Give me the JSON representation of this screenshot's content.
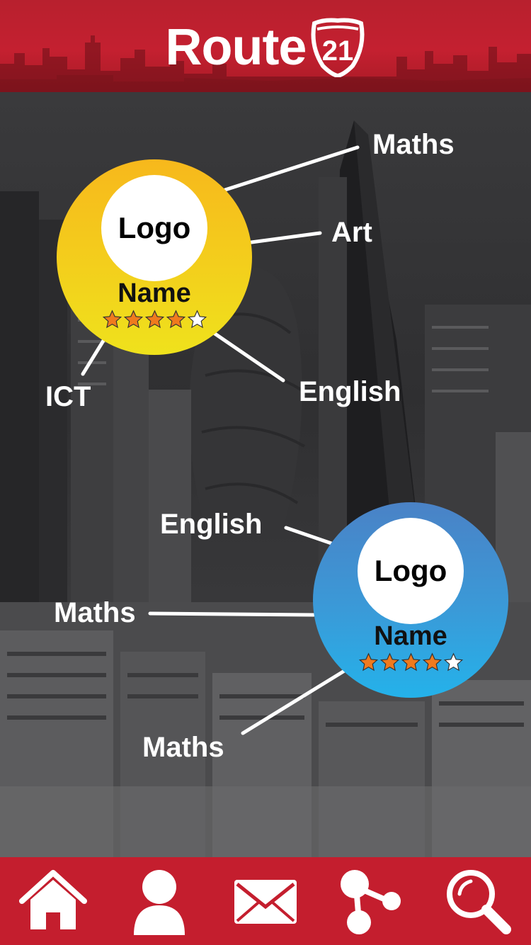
{
  "header": {
    "brand_text": "Route",
    "brand_number": "21",
    "accent_color": "#c41e2e"
  },
  "bubbles": [
    {
      "logo_text": "Logo",
      "name": "Name",
      "rating": 4,
      "rating_max": 5,
      "color": "#f5c41c",
      "subjects": [
        "Maths",
        "Art",
        "English",
        "ICT"
      ]
    },
    {
      "logo_text": "Logo",
      "name": "Name",
      "rating": 4,
      "rating_max": 5,
      "color": "#3a9ad8",
      "subjects": [
        "English",
        "Maths",
        "Maths"
      ]
    }
  ],
  "nav": {
    "items": [
      {
        "icon": "home-icon"
      },
      {
        "icon": "profile-icon"
      },
      {
        "icon": "mail-icon"
      },
      {
        "icon": "share-icon"
      },
      {
        "icon": "search-icon"
      }
    ]
  },
  "colors": {
    "star_filled": "#f07a1e",
    "star_empty": "#ffffff"
  }
}
